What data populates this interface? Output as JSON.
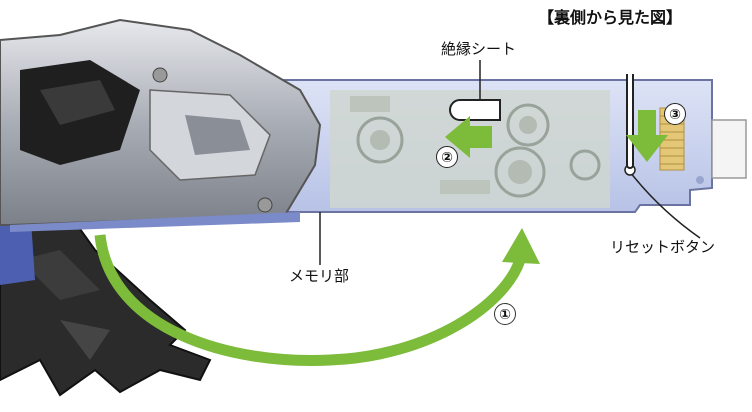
{
  "title": "【裏側から見た図】",
  "labels": {
    "insulation_sheet": "絶縁シート",
    "memory_part": "メモリ部",
    "reset_button": "リセットボタン"
  },
  "steps": {
    "step1": "①",
    "step2": "②",
    "step3": "③"
  },
  "colors": {
    "arrow_green": "#7dbb3a",
    "memory_blue": "#c9d2ee",
    "device_dark": "#2a2a2a",
    "device_silver": "#b9bcc2",
    "circuit": "#cfd4cf"
  },
  "icons": {
    "arrow1": "curved-arrow-icon",
    "arrow2": "left-arrow-icon",
    "arrow3": "down-arrow-icon"
  }
}
